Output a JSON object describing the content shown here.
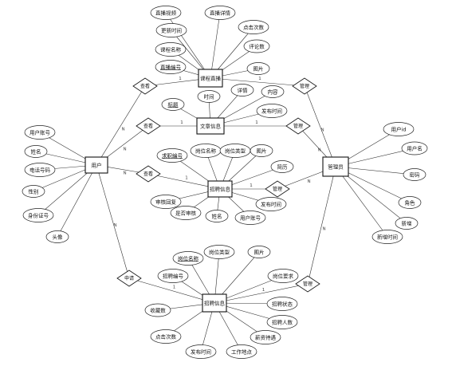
{
  "entities": {
    "user": "用户",
    "admin": "管理员",
    "course": "课程直播",
    "article": "文章信息",
    "jobseeker": "招聘信息",
    "recruit": "招聘信息"
  },
  "relations": {
    "user_course": "查看",
    "user_article": "查看",
    "user_jobseeker": "查看",
    "user_recruit": "申请",
    "admin_course": "管理",
    "admin_article": "管理",
    "admin_jobseeker": "管理",
    "admin_recruit": "管理"
  },
  "cardinalities": {
    "one": "1",
    "many": "N"
  },
  "attributes": {
    "user": [
      "用户账号",
      "姓名",
      "电话号码",
      "性别",
      "身份证号",
      "头像"
    ],
    "admin": [
      "用户id",
      "用户名",
      "密码",
      "角色",
      "新增",
      "新增时间"
    ],
    "course": [
      "直播视频",
      "直播详情",
      "更新时间",
      "点击次数",
      "评论数",
      "课程名称",
      "图片",
      "直播编号"
    ],
    "article": [
      "标题",
      "时间",
      "详情",
      "内容",
      "发布时间"
    ],
    "jobseeker": [
      "求职编号",
      "岗位名称",
      "岗位类型",
      "图片",
      "简历",
      "审核回复",
      "是否审核",
      "姓名",
      "用户账号",
      "发布时间"
    ],
    "recruit": [
      "岗位名称",
      "岗位类型",
      "图片",
      "招聘编号",
      "岗位要求",
      "招聘状态",
      "招聘人数",
      "薪资待遇",
      "工作地点",
      "发布时间",
      "点击次数",
      "收藏数"
    ]
  }
}
